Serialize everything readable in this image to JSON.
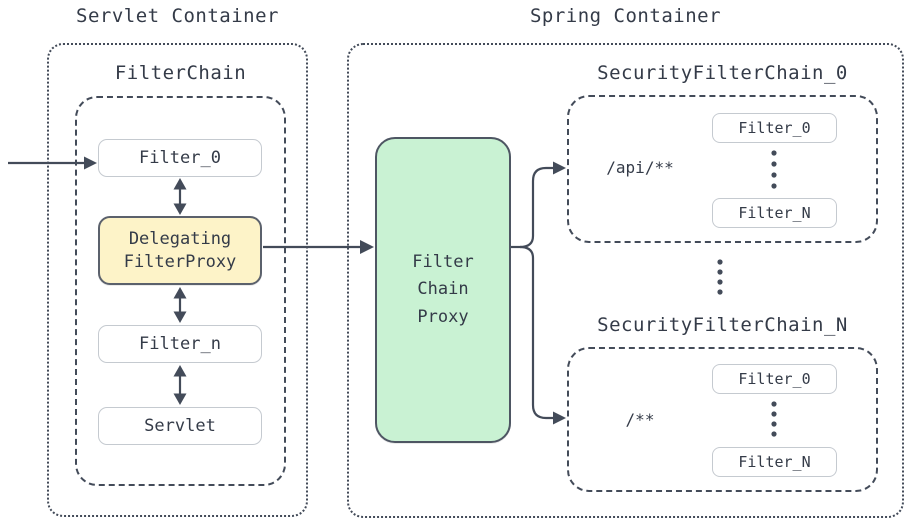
{
  "servlet_container": {
    "title": "Servlet Container",
    "filter_chain": {
      "title": "FilterChain",
      "filter_0": "Filter_0",
      "delegating_filter_proxy": "Delegating\nFilterProxy",
      "filter_n": "Filter_n",
      "servlet": "Servlet"
    }
  },
  "spring_container": {
    "title": "Spring Container",
    "filter_chain_proxy": "Filter\nChain\nProxy",
    "security_filter_chain_0": {
      "title": "SecurityFilterChain_0",
      "pattern": "/api/**",
      "filters": [
        "Filter_0",
        "Filter_N"
      ]
    },
    "security_filter_chain_n": {
      "title": "SecurityFilterChain_N",
      "pattern": "/**",
      "filters": [
        "Filter_0",
        "Filter_N"
      ]
    }
  },
  "colors": {
    "stroke": "#434b59",
    "text": "#343b48",
    "delegating_filter_proxy_fill": "#fdf3c8",
    "filter_chain_proxy_fill": "#c9f2d3",
    "node_fill": "#ffffff"
  }
}
